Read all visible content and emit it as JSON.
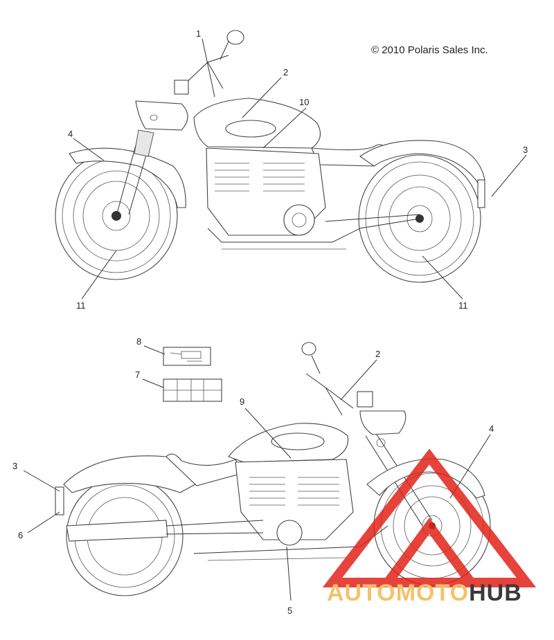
{
  "copyright": "© 2010 Polaris Sales Inc.",
  "callouts_top": [
    {
      "id": "c1",
      "label": "1"
    },
    {
      "id": "c2",
      "label": "2"
    },
    {
      "id": "c10",
      "label": "10"
    },
    {
      "id": "c4",
      "label": "4"
    },
    {
      "id": "c3",
      "label": "3"
    },
    {
      "id": "c11a",
      "label": "11"
    },
    {
      "id": "c11b",
      "label": "11"
    }
  ],
  "callouts_bottom": [
    {
      "id": "c8",
      "label": "8"
    },
    {
      "id": "c7",
      "label": "7"
    },
    {
      "id": "c2b",
      "label": "2"
    },
    {
      "id": "c9",
      "label": "9"
    },
    {
      "id": "c4b",
      "label": "4"
    },
    {
      "id": "c3b",
      "label": "3"
    },
    {
      "id": "c6",
      "label": "6"
    },
    {
      "id": "c5",
      "label": "5"
    }
  ],
  "watermark": {
    "part1": "AUTO",
    "part2": "MOTO",
    "part3": "HUB",
    "color_gold": "#f3c26a",
    "color_red": "#e2231a",
    "color_dark": "#3a3a3a"
  }
}
